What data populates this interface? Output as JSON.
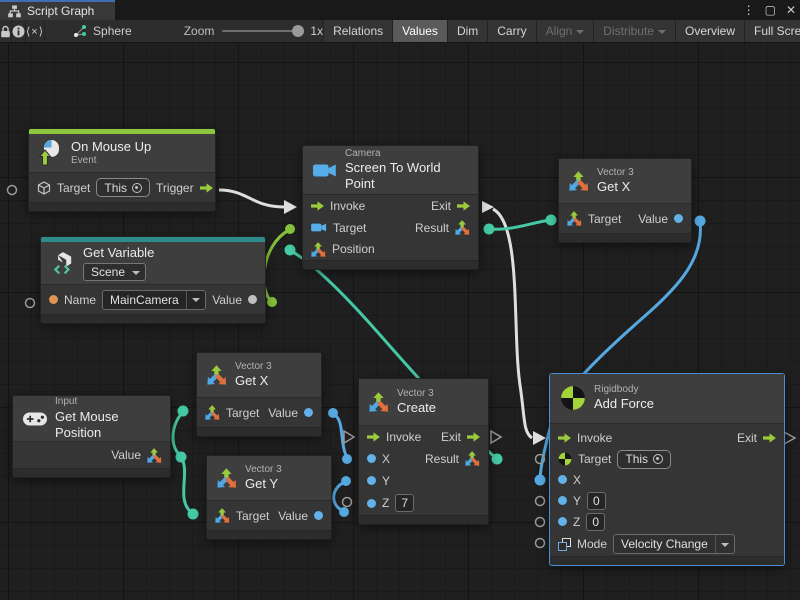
{
  "window": {
    "tab_title": "Script Graph",
    "controls": {
      "more": "⋮",
      "maximize": "▢",
      "close": "✕"
    }
  },
  "toolbar": {
    "code_glyph": "⟨×⟩",
    "graph_name": "Sphere",
    "zoom_label": "Zoom",
    "zoom_value": "1x",
    "buttons": [
      {
        "label": "Relations",
        "state": "normal"
      },
      {
        "label": "Values",
        "state": "active"
      },
      {
        "label": "Dim",
        "state": "normal"
      },
      {
        "label": "Carry",
        "state": "normal"
      },
      {
        "label": "Align",
        "state": "disabled",
        "dropdown": true
      },
      {
        "label": "Distribute",
        "state": "disabled",
        "dropdown": true
      },
      {
        "label": "Overview",
        "state": "normal"
      },
      {
        "label": "Full Screen",
        "state": "normal"
      }
    ]
  },
  "nodes": {
    "on_mouse_up": {
      "title": "On Mouse Up",
      "subtitle": "Event",
      "target_label": "Target",
      "target_value": "This",
      "trigger_label": "Trigger"
    },
    "get_variable": {
      "title": "Get Variable",
      "scope": "Scene",
      "name_label": "Name",
      "name_value": "MainCamera",
      "value_label": "Value"
    },
    "screen_to_world": {
      "category": "Camera",
      "title": "Screen To World Point",
      "invoke": "Invoke",
      "exit": "Exit",
      "target": "Target",
      "result": "Result",
      "position": "Position"
    },
    "get_x_top": {
      "category": "Vector 3",
      "title": "Get X",
      "target": "Target",
      "value": "Value"
    },
    "get_x_mid": {
      "category": "Vector 3",
      "title": "Get X",
      "target": "Target",
      "value": "Value"
    },
    "get_y": {
      "category": "Vector 3",
      "title": "Get Y",
      "target": "Target",
      "value": "Value"
    },
    "get_mouse_position": {
      "category": "Input",
      "title": "Get Mouse Position",
      "value": "Value"
    },
    "create": {
      "category": "Vector 3",
      "title": "Create",
      "invoke": "Invoke",
      "exit": "Exit",
      "x": "X",
      "y": "Y",
      "z": "Z",
      "z_value": "7",
      "result": "Result"
    },
    "add_force": {
      "category": "Rigidbody",
      "title": "Add Force",
      "invoke": "Invoke",
      "exit": "Exit",
      "target": "Target",
      "target_value": "This",
      "x": "X",
      "y": "Y",
      "y_value": "0",
      "z": "Z",
      "z_value": "0",
      "mode": "Mode",
      "mode_value": "Velocity Change"
    }
  },
  "colors": {
    "event_bar": "#8cc63f",
    "variable_bar": "#2e8b8b",
    "flow_wire": "#e0e0e0",
    "vector_wire": "#45c8a4",
    "object_wire": "#84c23c",
    "float_wire": "#55a8e0",
    "selection": "#4a8fd4"
  }
}
